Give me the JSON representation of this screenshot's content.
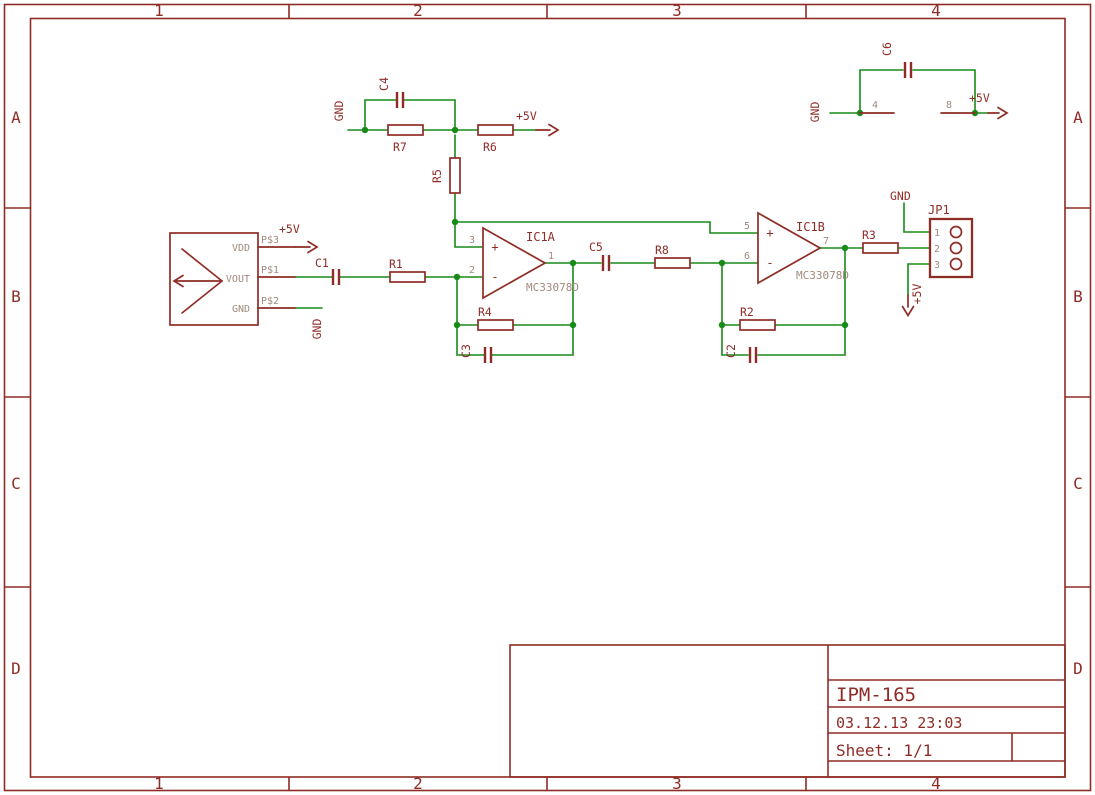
{
  "colors": {
    "paper": "#ffffff",
    "symbol": "#8f2c26",
    "wire": "#188a18",
    "value-text": "#a18a7e"
  },
  "frame": {
    "cols": [
      "1",
      "2",
      "3",
      "4"
    ],
    "rows": [
      "A",
      "B",
      "C",
      "D"
    ]
  },
  "title_block": {
    "title": "IPM-165",
    "date": "03.12.13 23:03",
    "sheet": "Sheet: 1/1"
  },
  "power": {
    "gnd": "GND",
    "vcc": "+5V"
  },
  "sensor": {
    "pin_vdd": "VDD",
    "pin_vout": "VOUT",
    "pin_gnd": "GND",
    "pad_vdd": "P$3",
    "pad_vout": "P$1",
    "pad_gnd": "P$2"
  },
  "parts": {
    "r1": "R1",
    "r2": "R2",
    "r3": "R3",
    "r4": "R4",
    "r5": "R5",
    "r6": "R6",
    "r7": "R7",
    "r8": "R8",
    "c1": "C1",
    "c2": "C2",
    "c3": "C3",
    "c4": "C4",
    "c5": "C5",
    "c6": "C6",
    "jp1": "JP1"
  },
  "ic1a": {
    "name": "IC1A",
    "value": "MC33078D",
    "pin_noninv": "3",
    "pin_inv": "2",
    "pin_out": "1",
    "plus": "+",
    "minus": "-"
  },
  "ic1b": {
    "name": "IC1B",
    "value": "MC33078D",
    "pin_noninv": "5",
    "pin_inv": "6",
    "pin_out": "7",
    "plus": "+",
    "minus": "-"
  },
  "ic1_power": {
    "pin_gnd": "4",
    "pin_vcc": "8"
  },
  "jp1_pins": [
    "1",
    "2",
    "3"
  ]
}
